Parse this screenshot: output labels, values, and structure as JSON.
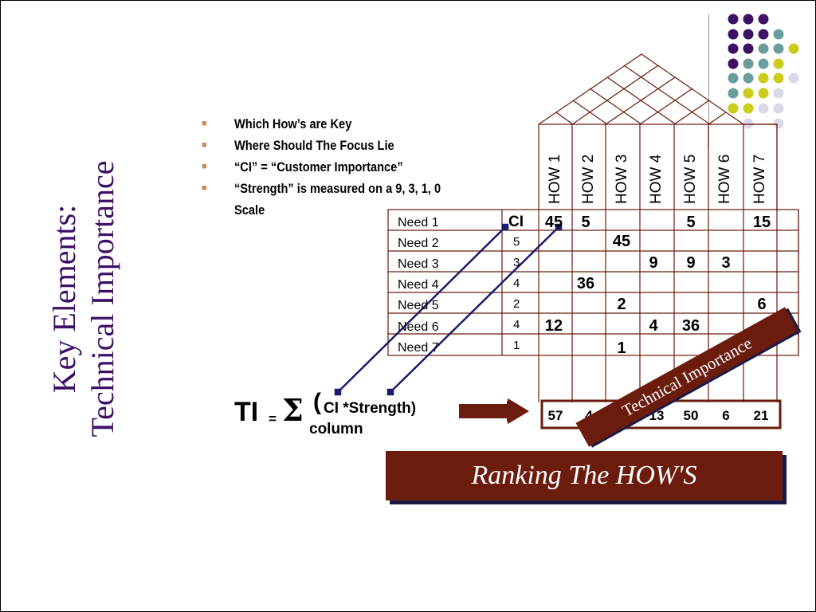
{
  "title": {
    "line1": "Key Elements:",
    "line2": "Technical Importance"
  },
  "bullets": [
    "Which How’s are Key",
    "Where Should The Focus Lie",
    "“CI” = “Customer Importance”",
    "“Strength” is measured on a 9, 3, 1, 0 Scale"
  ],
  "matrix": {
    "hows": [
      "HOW 1",
      "HOW 2",
      "HOW 3",
      "HOW 4",
      "HOW 5",
      "HOW 6",
      "HOW 7"
    ],
    "ci_header": "CI",
    "needs": [
      {
        "label": "Need 1",
        "ci": "",
        "cells": [
          "45",
          "5",
          "",
          "",
          "5",
          "",
          "15"
        ]
      },
      {
        "label": "Need 2",
        "ci": "5",
        "cells": [
          "",
          "",
          "45",
          "",
          "",
          "",
          ""
        ]
      },
      {
        "label": "Need 3",
        "ci": "3",
        "cells": [
          "",
          "",
          "",
          "9",
          "9",
          "3",
          ""
        ]
      },
      {
        "label": "Need 4",
        "ci": "4",
        "cells": [
          "",
          "36",
          "",
          "",
          "",
          "",
          ""
        ]
      },
      {
        "label": "Need 5",
        "ci": "2",
        "cells": [
          "",
          "",
          "2",
          "",
          "",
          "",
          "6"
        ]
      },
      {
        "label": "Need 6",
        "ci": "4",
        "cells": [
          "12",
          "",
          "",
          "4",
          "36",
          "",
          ""
        ]
      },
      {
        "label": "Need 7",
        "ci": "1",
        "cells": [
          "",
          "",
          "1",
          "",
          "",
          "",
          ""
        ]
      }
    ],
    "totals": [
      "57",
      "4",
      "",
      "13",
      "50",
      "6",
      "21"
    ]
  },
  "formula": {
    "ti": "TI",
    "eq": "=",
    "sigma": "Σ",
    "paren": "(",
    "body": "CI *Strength)",
    "sub": "column"
  },
  "ribbon": "Technical Importance",
  "banner": "Ranking The HOW'S",
  "colors": {
    "purple": "#3d1166",
    "teal": "#6c9c9c",
    "yellow": "#cccc1a",
    "lavender": "#d9d9ea",
    "maroon": "#6b1c0c",
    "navy": "#1a1a6e"
  }
}
